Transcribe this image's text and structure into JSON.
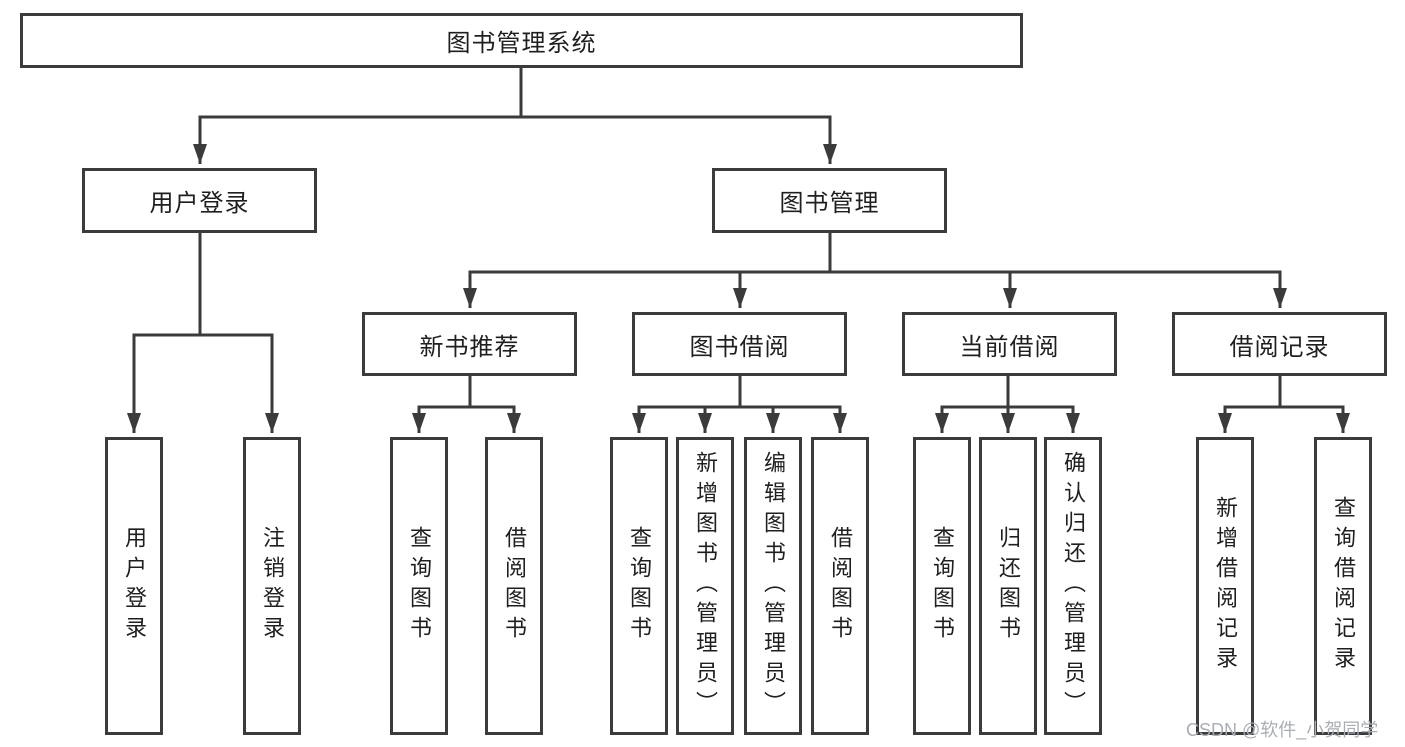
{
  "title": "图书管理系统",
  "watermark": "CSDN @软件_小贺同学",
  "colors": {
    "line": "#3b3b3b",
    "text": "#1f1f1f",
    "background": "#ffffff",
    "watermark": "#a9aeb5"
  },
  "level2": {
    "login": "用户登录",
    "management": "图书管理"
  },
  "level3": {
    "recommend": "新书推荐",
    "borrow": "图书借阅",
    "current": "当前借阅",
    "records": "借阅记录"
  },
  "leaves": {
    "login": [
      "用户登录",
      "注销登录"
    ],
    "recommend": [
      "查询图书",
      "借阅图书"
    ],
    "borrow": [
      "查询图书",
      "新增图书（管理员）",
      "编辑图书（管理员）",
      "借阅图书"
    ],
    "current": [
      "查询图书",
      "归还图书",
      "确认归还（管理员）"
    ],
    "records": [
      "新增借阅记录",
      "查询借阅记录"
    ]
  }
}
